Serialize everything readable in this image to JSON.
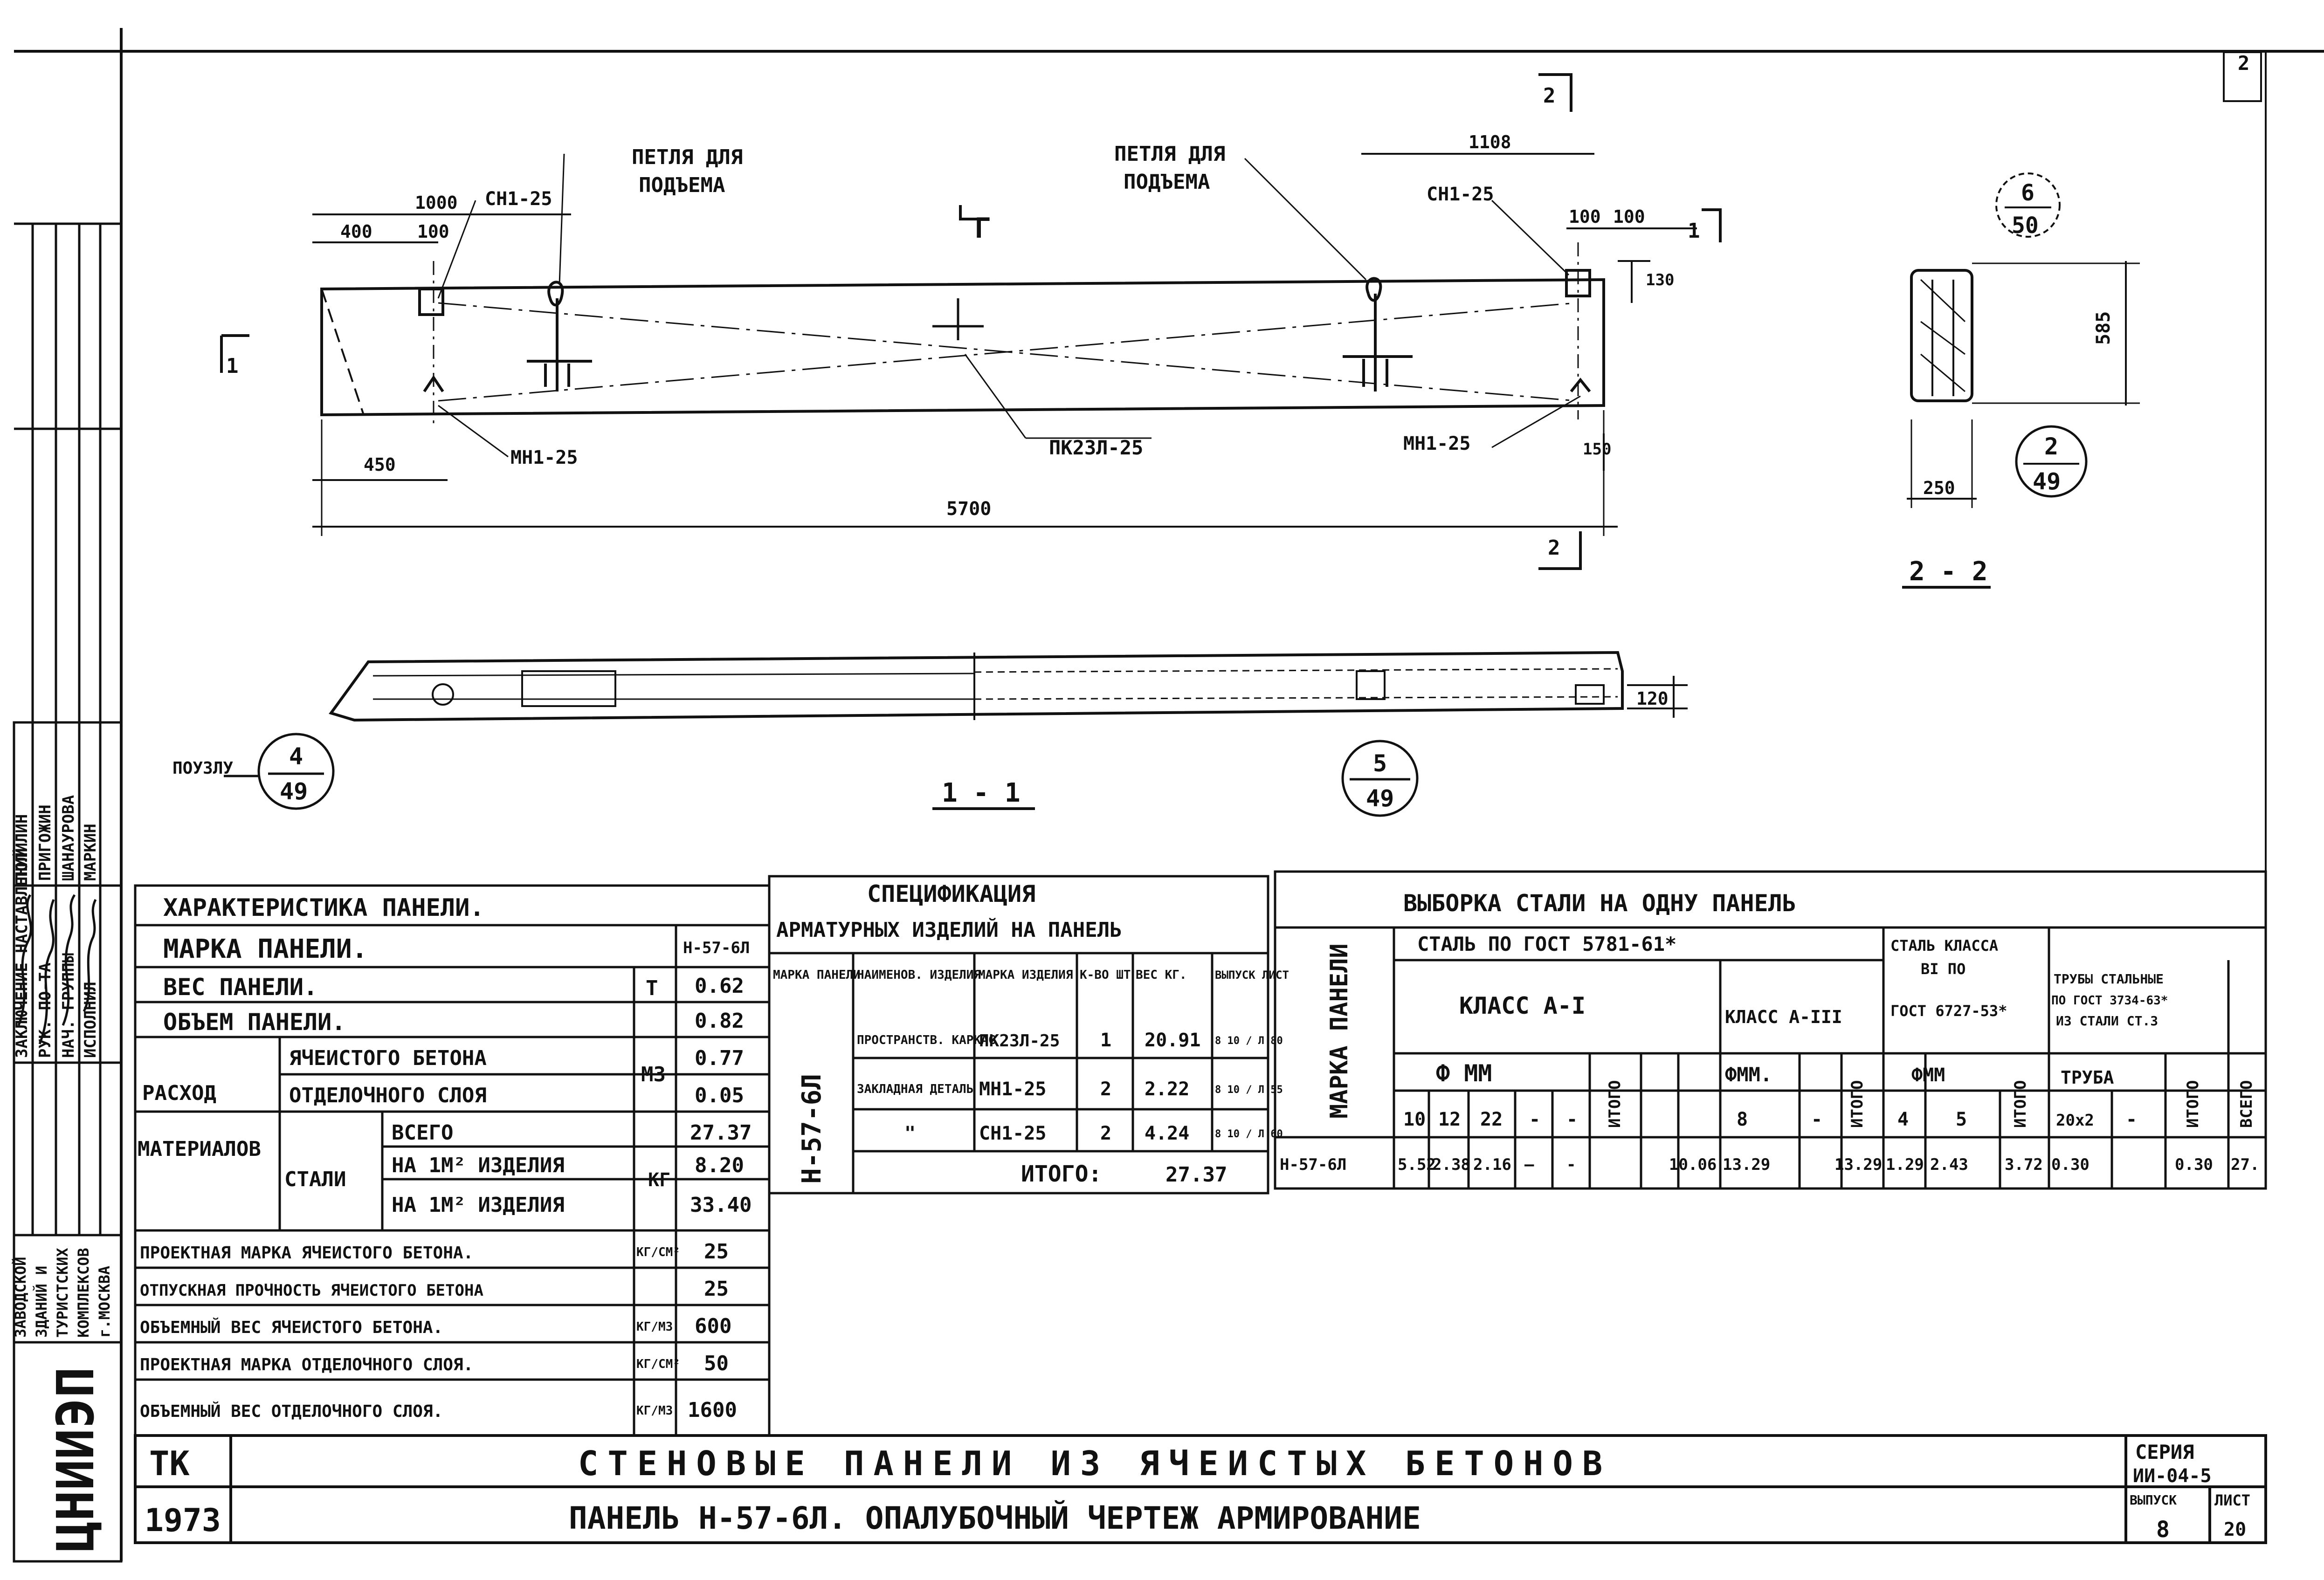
{
  "sheet_corner": "2",
  "elevation": {
    "loop_left": [
      "ПЕТЛЯ ДЛЯ",
      "ПОДЪЕМА"
    ],
    "loop_right": [
      "ПЕТЛЯ ДЛЯ",
      "ПОДЪЕМА"
    ],
    "cn1_left": "СН1-25",
    "cn1_right": "СН1-25",
    "mn1_left": "МН1-25",
    "mn1_right": "МН1-25",
    "pk": "ПК23Л-25",
    "dim_1000": "1000",
    "dim_400": "400",
    "dim_100a": "100",
    "dim_1108": "1108",
    "dim_100b": "100",
    "dim_100c": "100",
    "dim_130": "130",
    "dim_150": "150",
    "dim_450": "450",
    "dim_5700": "5700",
    "cut_2_top": "2",
    "cut_2_bottom": "2",
    "cut_1_left": "1",
    "cut_1_right": "1",
    "cut_mark_g": "Г"
  },
  "section11": {
    "title": "1 - 1",
    "dim_120": "120",
    "node_label": "ПОУЗЛУ",
    "node_left_top": "4",
    "node_left_bottom": "49",
    "node_right_top": "5",
    "node_right_bottom": "49"
  },
  "section22": {
    "title": "2 - 2",
    "dim_585": "585",
    "dim_250": "250",
    "node_top_top": "6",
    "node_top_bottom": "50",
    "node_bot_top": "2",
    "node_bot_bottom": "49"
  },
  "left_stamp": {
    "role_cells": [
      "ЗАКЛЮЧЕНИЕ НАСТАВЛЕНИЙ",
      "РУК. ПО-ТА",
      "НАЧ. ГРУППЫ",
      "ИСПОЛНИЛ"
    ],
    "name_cells": [
      "ПОЛИЛИН",
      "ПРИГОЖИН",
      "ШАНАУРОВА",
      "МАРКИН"
    ],
    "org": [
      "ЗАВОДСКОЙ",
      "ЗДАНИЙ И",
      "ТУРИСТСКИХ",
      "КОМПЛЕКСОВ",
      "г.МОСКВА"
    ],
    "logo": "ЦНИИЭП"
  },
  "char_table": {
    "title": "ХАРАКТЕРИСТИКА ПАНЕЛИ.",
    "rows": [
      {
        "label": "МАРКА ПАНЕЛИ.",
        "unit": "",
        "value": "Н-57-6Л"
      },
      {
        "label": "ВЕС ПАНЕЛИ.",
        "unit": "Т",
        "value": "0.62"
      },
      {
        "label": "ОБЪЕМ ПАНЕЛИ.",
        "unit": "",
        "value": "0.82"
      }
    ],
    "consumption_label": [
      "РАСХОД",
      "МАТЕРИАЛОВ"
    ],
    "cons_rows": [
      {
        "label": "ЯЧЕИСТОГО БЕТОНА",
        "value": "0.77"
      },
      {
        "label": "ОТДЕЛОЧНОГО СЛОЯ",
        "value": "0.05"
      }
    ],
    "unit_m3": "М3",
    "steel_label": "СТАЛИ",
    "steel_rows": [
      {
        "label": "ВСЕГО",
        "value": "27.37"
      },
      {
        "label": "НА 1М² ИЗДЕЛИЯ",
        "value": "8.20"
      },
      {
        "label": "НА 1М² ИЗДЕЛИЯ",
        "value": "33.40"
      }
    ],
    "unit_kg": "КГ",
    "bottom_rows": [
      {
        "label": "ПРОЕКТНАЯ МАРКА ЯЧЕИСТОГО БЕТОНА.",
        "unit": "КГ/СМ²",
        "value": "25"
      },
      {
        "label": "ОТПУСКНАЯ ПРОЧНОСТЬ ЯЧЕИСТОГО БЕТОНА",
        "unit": "",
        "value": "25"
      },
      {
        "label": "ОБЪЕМНЫЙ ВЕС ЯЧЕИСТОГО БЕТОНА.",
        "unit": "КГ/М3",
        "value": "600"
      },
      {
        "label": "ПРОЕКТНАЯ МАРКА ОТДЕЛОЧНОГО СЛОЯ.",
        "unit": "КГ/СМ²",
        "value": "50"
      },
      {
        "label": "ОБЪЕМНЫЙ ВЕС ОТДЕЛОЧНОГО СЛОЯ.",
        "unit": "КГ/М3",
        "value": "1600"
      }
    ]
  },
  "spec_table": {
    "title_1": "СПЕЦИФИКАЦИЯ",
    "title_2": "АРМАТУРНЫХ ИЗДЕЛИЙ НА ПАНЕЛЬ",
    "headers": [
      "МАРКА ПАНЕЛИ",
      "НАИМЕНОВ. ИЗДЕЛИЯ",
      "МАРКА ИЗДЕЛИЯ",
      "К-ВО ШТ",
      "ВЕС КГ.",
      "ВЫПУСК ЛИСТ"
    ],
    "panel": "Н-57-6Л",
    "rows": [
      {
        "name": "ПРОСТРАНСТВ. КАРКАС",
        "mark": "ПК23Л-25",
        "qty": "1",
        "weight": "20.91",
        "sheet": "8 10 / Л 80"
      },
      {
        "name": "ЗАКЛАДНАЯ ДЕТАЛЬ",
        "mark": "МН1-25",
        "qty": "2",
        "weight": "2.22",
        "sheet": "8 10 / Л 55"
      },
      {
        "name": "\"",
        "mark": "СН1-25",
        "qty": "2",
        "weight": "4.24",
        "sheet": "8 10 / Л 60"
      }
    ],
    "total_label": "ИТОГО:",
    "total": "27.37"
  },
  "steel_table": {
    "title": "ВЫБОРКА СТАЛИ НА ОДНУ ПАНЕЛЬ",
    "col_mark": "МАРКА ПАНЕЛИ",
    "gost_a": "СТАЛЬ ПО ГОСТ 5781-61*",
    "class_a1": "КЛАСС А-I",
    "class_a3": "КЛАСС А-III",
    "b1": [
      "СТАЛЬ КЛАССА",
      "ВI ПО",
      "ГОСТ 6727-53*"
    ],
    "pipes": [
      "ТРУБЫ СТАЛЬНЫЕ",
      "ПО ГОСТ 3734-63*",
      "ИЗ СТАЛИ СТ.3"
    ],
    "phi_mm": "Ф ММ",
    "phi_mm2": "ФММ.",
    "phi_mm3": "ФММ",
    "truba": "ТРУБА",
    "itogo": "ИТОГО",
    "vsego": "ВСЕГО",
    "sizes": [
      "10",
      "12",
      "22",
      "-",
      "-",
      "8",
      "-",
      "4",
      "5",
      "20х2",
      "-"
    ],
    "row": [
      "Н-57-6Л",
      "5.52",
      "2.38",
      "2.16",
      "—",
      "-",
      "10.06",
      "13.29",
      "",
      "13.29",
      "1.29",
      "2.43",
      "3.72",
      "0.30",
      "",
      "0.30",
      "27."
    ]
  },
  "title_block": {
    "tk": "ТК",
    "year": "1973",
    "line1": "СТЕНОВЫЕ ПАНЕЛИ ИЗ ЯЧЕИСТЫХ БЕТОНОВ",
    "line2": "ПАНЕЛЬ Н-57-6Л. ОПАЛУБОЧНЫЙ ЧЕРТЕЖ АРМИРОВАНИЕ",
    "series_label": "СЕРИЯ",
    "series_value": "ИИ-04-5",
    "issue_label": "ВЫПУСК",
    "issue_value": "8",
    "sheet_label": "ЛИСТ",
    "sheet_value": "20"
  }
}
